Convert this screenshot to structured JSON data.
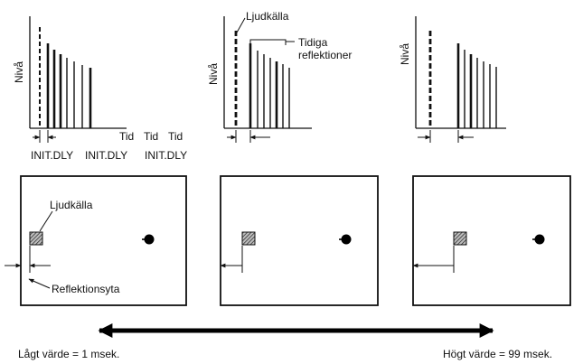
{
  "graphs": {
    "y_axis_label": "Nivå",
    "x_axis_label": "Tid",
    "delay_label": "INIT.DLY",
    "source_label": "Ljudkälla",
    "early_reflections_label": "Tidiga\nreflektioner"
  },
  "rooms": {
    "source_label": "Ljudkälla",
    "surface_label": "Reflektionsyta"
  },
  "scale": {
    "low_label": "Lågt värde = 1 msek.",
    "high_label": "Högt värde = 99 msek."
  }
}
